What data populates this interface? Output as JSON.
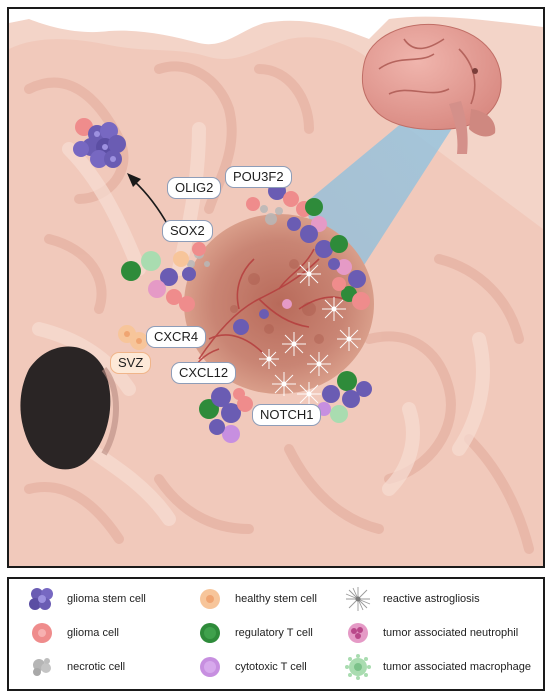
{
  "figure": {
    "labels": {
      "olig2": "OLIG2",
      "pou3f2": "POU3F2",
      "sox2": "SOX2",
      "cxcr4": "CXCR4",
      "svz": "SVZ",
      "cxcl12": "CXCL12",
      "notch1": "NOTCH1"
    }
  },
  "legend": {
    "items": [
      {
        "label": "glioma stem cell",
        "icon": "glioma-stem-cell-icon",
        "color": "#6a5cb3"
      },
      {
        "label": "healthy stem cell",
        "icon": "healthy-stem-cell-icon",
        "color": "#f7c59a"
      },
      {
        "label": "reactive astrogliosis",
        "icon": "reactive-astrogliosis-icon",
        "color": "#9a9a9a"
      },
      {
        "label": "glioma cell",
        "icon": "glioma-cell-icon",
        "color": "#ef8c8c"
      },
      {
        "label": "regulatory T cell",
        "icon": "regulatory-t-cell-icon",
        "color": "#2e8b3a"
      },
      {
        "label": "tumor associated neutrophil",
        "icon": "tumor-associated-neutrophil-icon",
        "color": "#e59ac6"
      },
      {
        "label": "necrotic cell",
        "icon": "necrotic-cell-icon",
        "color": "#b5b5b5"
      },
      {
        "label": "cytotoxic T cell",
        "icon": "cytotoxic-t-cell-icon",
        "color": "#c78fe0"
      },
      {
        "label": "tumor associated macrophage",
        "icon": "tumor-associated-macrophage-icon",
        "color": "#a9dcb0"
      }
    ]
  }
}
